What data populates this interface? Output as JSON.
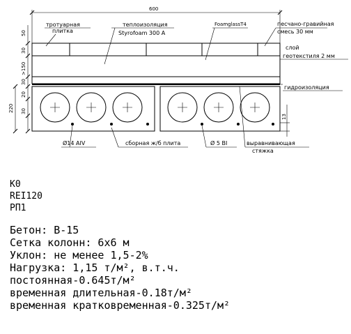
{
  "section": {
    "width_dim": "600",
    "labels": {
      "tile": [
        "тротуарная",
        "плитка"
      ],
      "insulation_title": "теплоизоляция",
      "insulation_brand": "Styrofoam 300 A",
      "foamglass": "FoamglassT4",
      "sand_gravel": [
        "песчано-гравийная",
        "смесь 30 мм"
      ],
      "geotextile": [
        "слой",
        "геотекстиля 2 мм"
      ],
      "waterproofing": "гидроизоляция",
      "rebar": "Ø14 AIV",
      "slab": "сборная ж/б плита",
      "wire": "Ø 5 BI",
      "screed": [
        "выравнивающая",
        "стяжка"
      ]
    },
    "dims_left": [
      "50",
      "30",
      ">150",
      "30",
      "20",
      "30",
      "220"
    ],
    "dim_right": "13"
  },
  "codes": [
    "К0",
    "REI120",
    "РП1"
  ],
  "properties": [
    "Бетон: В-15",
    "Сетка колонн: 6х6 м",
    "Уклон: не менее 1,5-2%",
    "Нагрузка: 1,15 т/м², в.т.ч.",
    "постоянная-0.645т/м²",
    "временная длительная-0.18т/м²",
    "временная кратковременная-0.325т/м²"
  ]
}
